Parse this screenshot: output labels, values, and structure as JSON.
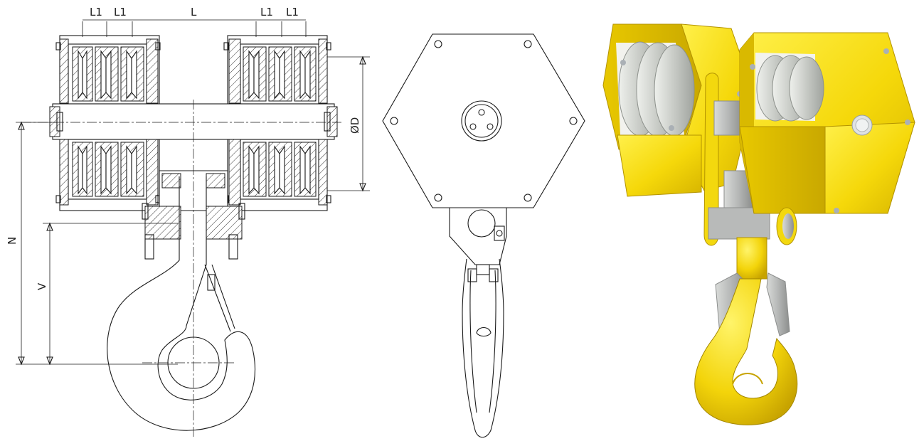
{
  "drawing": {
    "side_view": {
      "dimensions": {
        "sheave_pitch_left": [
          "L1",
          "L1"
        ],
        "sheave_pitch_right": [
          "L1",
          "L1"
        ],
        "span": "L",
        "diameter": "ØD",
        "height_total": "N",
        "height_hook": "V"
      }
    },
    "front_view": {},
    "render_view": {
      "colors": {
        "housing": "#f5d80a",
        "housing_shadow": "#c9a800",
        "sheave": "#c9ccc7",
        "steel": "#a9abaa",
        "background": "#ffffff"
      }
    }
  }
}
